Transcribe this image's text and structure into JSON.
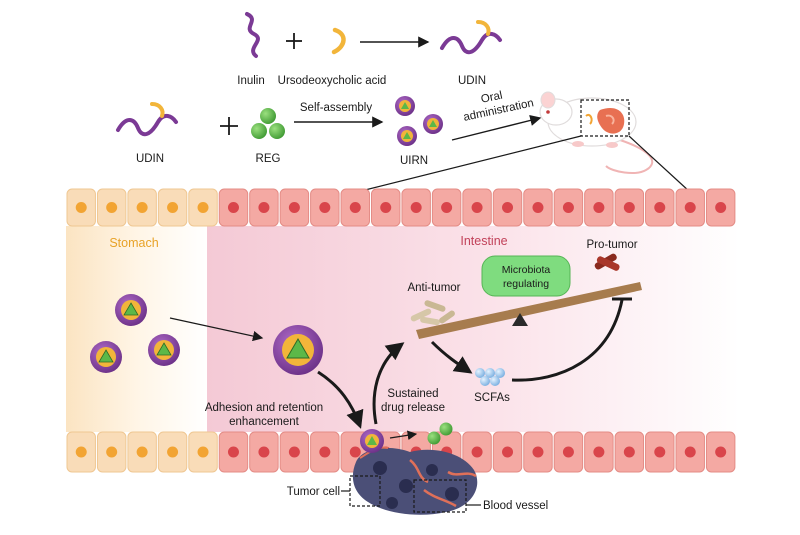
{
  "formula": {
    "inulin_label": "Inulin",
    "uda_label": "Ursodeoxycholic acid",
    "udin_label": "UDIN"
  },
  "assembly": {
    "udin_label": "UDIN",
    "reg_label": "REG",
    "uirn_label": "UIRN",
    "self_assembly_label": "Self-assembly",
    "oral_label_1": "Oral",
    "oral_label_2": "administration"
  },
  "regions": {
    "stomach": "Stomach",
    "intestine": "Intestine"
  },
  "mechanism": {
    "anti_tumor": "Anti-tumor",
    "pro_tumor": "Pro-tumor",
    "microbiota_1": "Microbiota",
    "microbiota_2": "regulating",
    "scfas": "SCFAs",
    "sustained_1": "Sustained",
    "sustained_2": "drug release",
    "adhesion_1": "Adhesion and retention",
    "adhesion_2": "enhancement",
    "tumor_cell": "Tumor cell",
    "blood_vessel": "Blood vessel"
  },
  "colors": {
    "purple": "#7b3a95",
    "yellow": "#f2b53a",
    "green": "#5cb848",
    "stomach_cell": "#f9dcb8",
    "stomach_nucleus": "#f2a433",
    "intestine_cell": "#f4a9a3",
    "intestine_nucleus": "#d9454b",
    "seesaw": "#a77c4e",
    "microbiota_box": "#7fdc7f",
    "tumor": "#4b4f77"
  }
}
